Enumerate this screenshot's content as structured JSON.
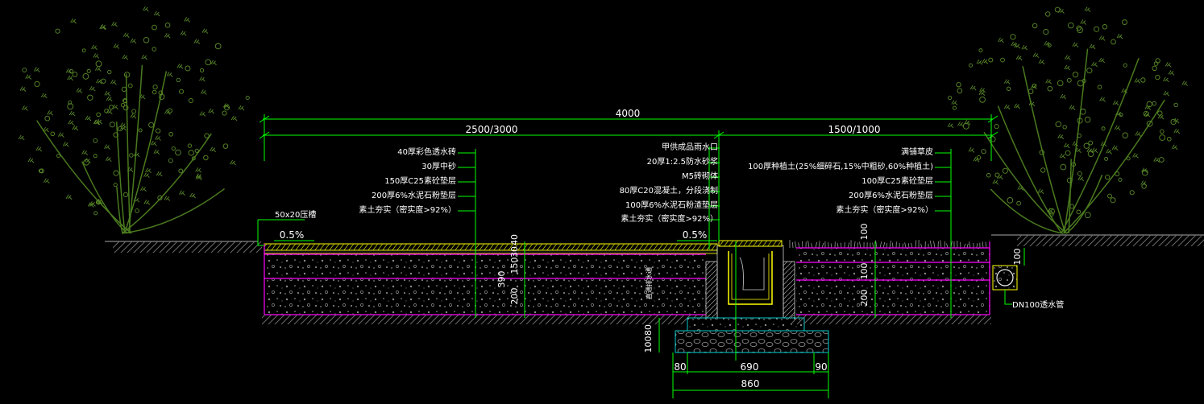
{
  "colors": {
    "background": "#000000",
    "dimension": "#00ff00",
    "layer_outline": "#ff00ff",
    "surface": "#ffff00",
    "text": "#ffffff",
    "foundation": "#00cccc",
    "tree": "#4a7a1e",
    "ground": "#777777"
  },
  "dimensions": {
    "total": "4000",
    "left_span": "2500/3000",
    "right_span": "1500/1000",
    "left_40": "40",
    "left_150": "150",
    "left_30": "30",
    "left_390": "390",
    "left_200": "200",
    "right_100_grass": "100",
    "right_100": "100",
    "right_200": "200",
    "pipe_100": "100",
    "drain_80": "80",
    "drain_100": "100",
    "bottom_80": "80",
    "bottom_690": "690",
    "bottom_90": "90",
    "bottom_860": "860"
  },
  "slopes": {
    "left": "0.5%",
    "right": "0.5%"
  },
  "left_labels": [
    "40厚彩色透水砖",
    "30厚中砂",
    "150厚C25素砼垫层",
    "200厚6%水泥石粉垫层",
    "素土夯实（密实度>92%）"
  ],
  "center_labels": [
    "甲供成品雨水口",
    "20厚1:2.5防水砂浆",
    "M5砖砌体",
    "80厚C20混凝土，分段浇制",
    "100厚6%水泥石粉渣垫层",
    "素土夯实（密实度>92%）"
  ],
  "right_labels": [
    "满铺草皮",
    "100厚种植土(25%细碎石,15%中粗砂,60%种植土)",
    "100厚C25素砼垫层",
    "200厚6%水泥石粉垫层",
    "素土夯实（密实度>92%）"
  ],
  "callouts": {
    "edge_groove": "50x20压槽",
    "pipe": "DN100透水管",
    "drain_vertical": "直通排水通"
  }
}
